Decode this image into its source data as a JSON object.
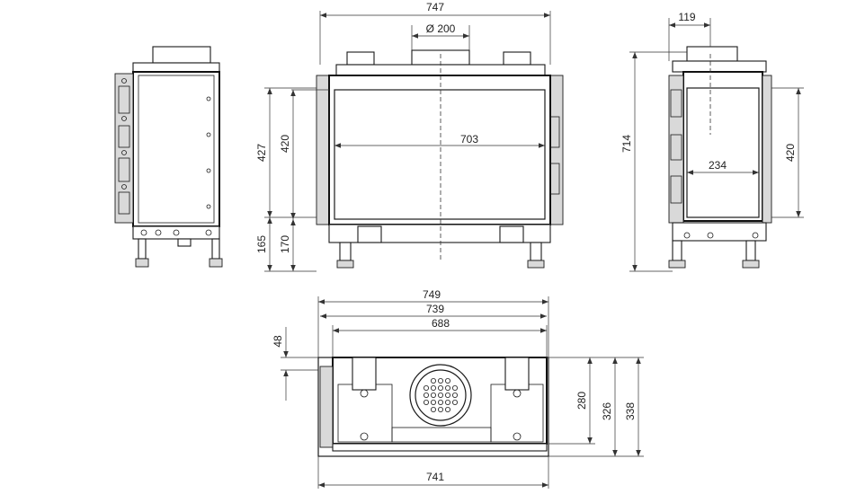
{
  "dimensions": {
    "front_width": "747",
    "flue_diameter": "200",
    "glass_width": "703",
    "front_glass_height": "420",
    "front_total_upper": "427",
    "front_base_lower": "165",
    "front_base_inner": "170",
    "side_offset": "119",
    "side_total_height": "714",
    "side_glass_width": "234",
    "side_glass_height": "420",
    "top_width_749": "749",
    "top_width_739": "739",
    "top_width_688": "688",
    "top_offset_48": "48",
    "top_depth_280": "280",
    "top_depth_326": "326",
    "top_depth_338": "338",
    "top_width_741": "741"
  },
  "symbols": {
    "diameter": "Ø"
  },
  "colors": {
    "line": "#1a1a1a",
    "dim_line": "#333333",
    "fill_grey": "#d9d9d9"
  }
}
